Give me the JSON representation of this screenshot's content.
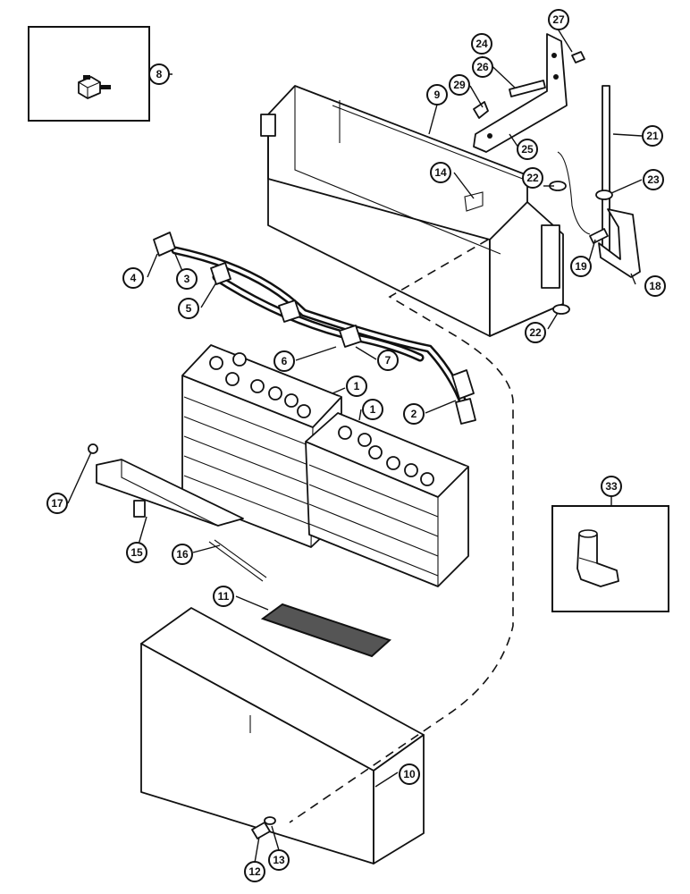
{
  "callouts": [
    "1",
    "1",
    "2",
    "3",
    "4",
    "5",
    "6",
    "7",
    "8",
    "9",
    "10",
    "11",
    "12",
    "13",
    "14",
    "15",
    "16",
    "17",
    "18",
    "19",
    "21",
    "22",
    "22",
    "23",
    "24",
    "25",
    "26",
    "27",
    "29",
    "33"
  ],
  "colors": {
    "ink": "#111111",
    "paper": "#ffffff"
  }
}
